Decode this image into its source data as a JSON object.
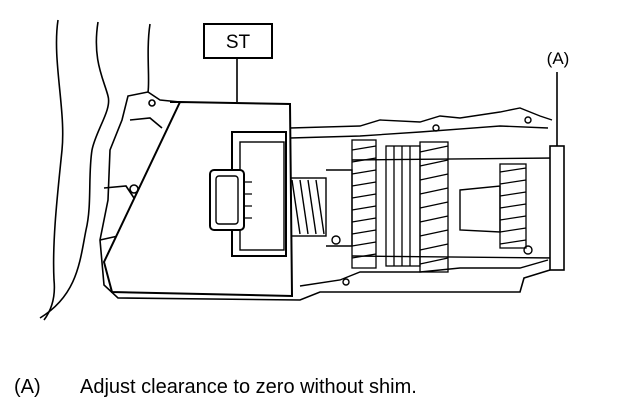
{
  "labels": {
    "tool_label": "ST",
    "callout": "(A)"
  },
  "caption": {
    "marker": "(A)",
    "text": "Adjust clearance to zero without shim."
  },
  "colors": {
    "ink": "#000000",
    "paper": "#ffffff"
  }
}
